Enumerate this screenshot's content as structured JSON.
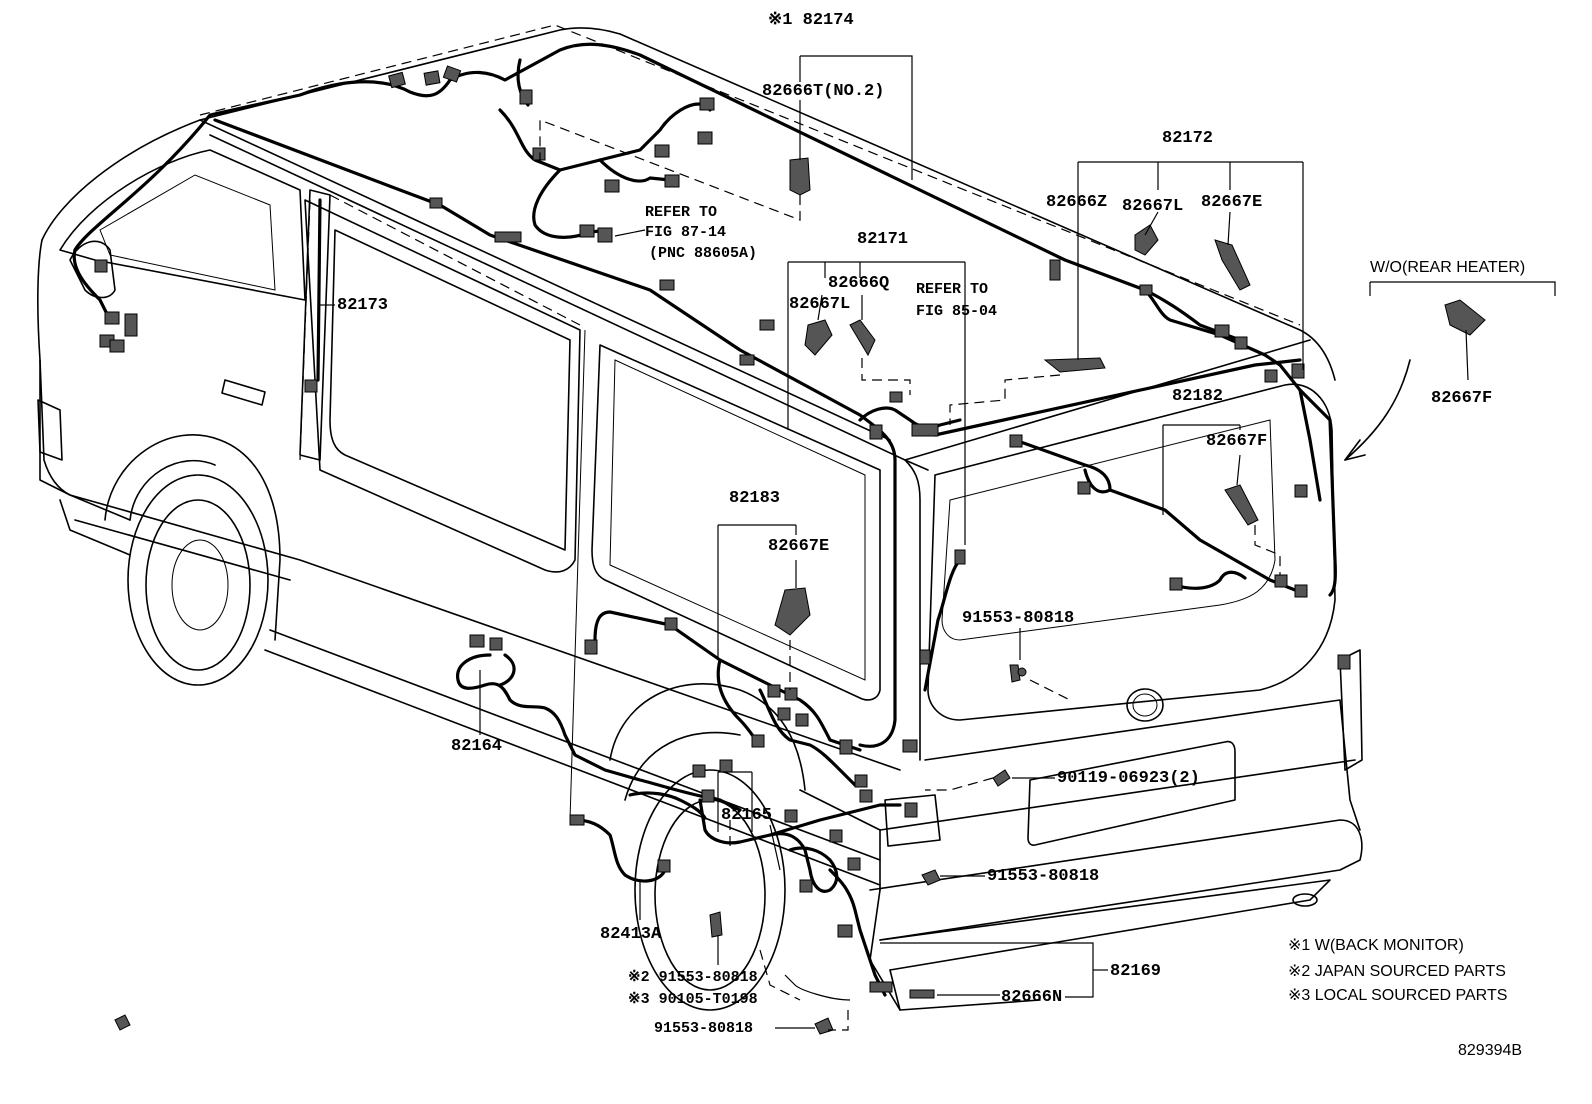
{
  "callouts": {
    "p82174": "※1 82174",
    "p82666t": "82666T(NO.2)",
    "p82172": "82172",
    "p82666z": "82666Z",
    "p82667l_top": "82667L",
    "p82667e_top": "82667E",
    "wo_rear_heater": "W/O(REAR HEATER)",
    "p82667f_right": "82667F",
    "refer_87_14_a": "REFER TO",
    "refer_87_14_b": "FIG 87-14",
    "refer_87_14_c": "(PNC 88605A)",
    "p82171": "82171",
    "p82666q": "82666Q",
    "p82667l_mid": "82667L",
    "refer_85_04_a": "REFER TO",
    "refer_85_04_b": "FIG 85-04",
    "p82173": "82173",
    "p82182": "82182",
    "p82667f_mid": "82667F",
    "p82183": "82183",
    "p82667e_mid": "82667E",
    "p91553_a": "91553-80818",
    "p82164": "82164",
    "p90119": "90119-06923(2)",
    "p82165": "82165",
    "p91553_b": "91553-80818",
    "p82413a": "82413A",
    "p91553_c": "※2 91553-80818",
    "p90105": "※3 90105-T0198",
    "p91553_d": "91553-80818",
    "p82169": "82169",
    "p82666n": "82666N"
  },
  "notes": {
    "n1": "※1 W(BACK MONITOR)",
    "n2": "※2 JAPAN SOURCED PARTS",
    "n3": "※3 LOCAL SOURCED PARTS"
  },
  "diagram_id": "829394B"
}
